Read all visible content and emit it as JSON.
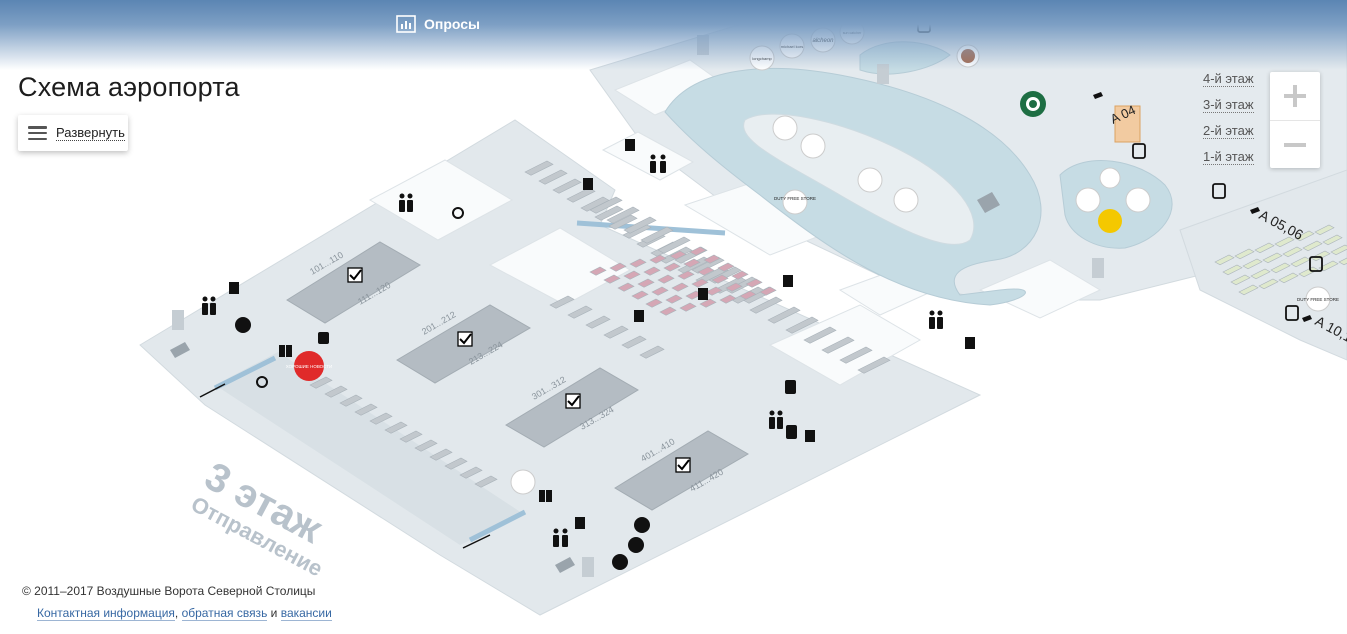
{
  "header": {
    "polls_label": "Опросы",
    "polls_icon": "bar-chart-icon"
  },
  "page": {
    "title": "Схема аэропорта",
    "expand_label": "Развернуть"
  },
  "floors": [
    {
      "label": "4-й этаж"
    },
    {
      "label": "3-й этаж"
    },
    {
      "label": "2-й этаж"
    },
    {
      "label": "1-й этаж"
    }
  ],
  "zoom": {
    "in_icon": "plus-icon",
    "out_icon": "minus-icon"
  },
  "map": {
    "floor_name": "3 этаж",
    "floor_subtitle": "Отправление",
    "gate_labels": {
      "g1": "A 04",
      "g2": "A 05,06",
      "g3": "A 10,1"
    },
    "counters": [
      {
        "top": "101...110",
        "bottom": "111...120"
      },
      {
        "top": "201...212",
        "bottom": "213...224"
      },
      {
        "top": "301...312",
        "bottom": "313...324"
      },
      {
        "top": "401...410",
        "bottom": "411...420"
      }
    ],
    "shops": {
      "duty_free_1": "DUTY FREE STORE",
      "duty_free_2": "DUTY FREE STORE",
      "hot_food": "ХОРОШИЕ НОВОСТИ",
      "brand_a": "michael kors",
      "brand_b": "alcheon",
      "brand_c": "longchamp",
      "brand_d": "sun catcher",
      "brand_e": "samsonite"
    },
    "colors": {
      "floor": "#e2e8ec",
      "water": "#c6dce4",
      "counter": "#b4bcc3",
      "highlight": "#f6c48e",
      "seat_pink": "#d5a7b5",
      "seat_grey": "#c2c8cd",
      "seat_green": "#dfe9cd"
    }
  },
  "footer": {
    "copyright": "© 2011–2017 Воздушные Ворота Северной Столицы",
    "link_contact": "Контактная информация",
    "sep1": ", ",
    "link_feedback": "обратная связь",
    "sep2": " и ",
    "link_jobs": "вакансии"
  }
}
